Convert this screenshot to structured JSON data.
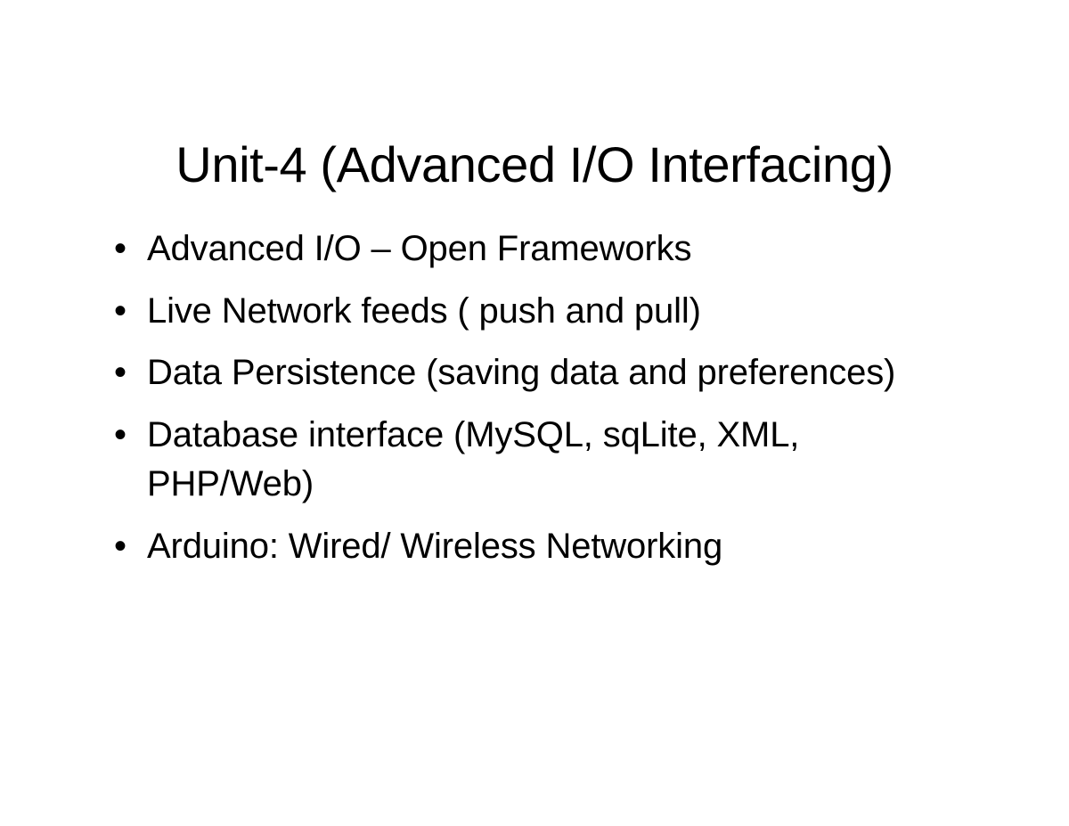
{
  "slide": {
    "title": "Unit-4 (Advanced I/O Interfacing)",
    "background_color": "#ffffff",
    "text_color": "#000000",
    "bullet_glyph": "•",
    "bullets": [
      {
        "text": "Advanced I/O – Open Frameworks"
      },
      {
        "text": "Live Network feeds ( push and pull)"
      },
      {
        "text": "Data Persistence (saving data and preferences)"
      },
      {
        "text": "Database interface (MySQL, sqLite, XML, PHP/Web)"
      },
      {
        "text": "Arduino: Wired/ Wireless Networking"
      }
    ]
  }
}
